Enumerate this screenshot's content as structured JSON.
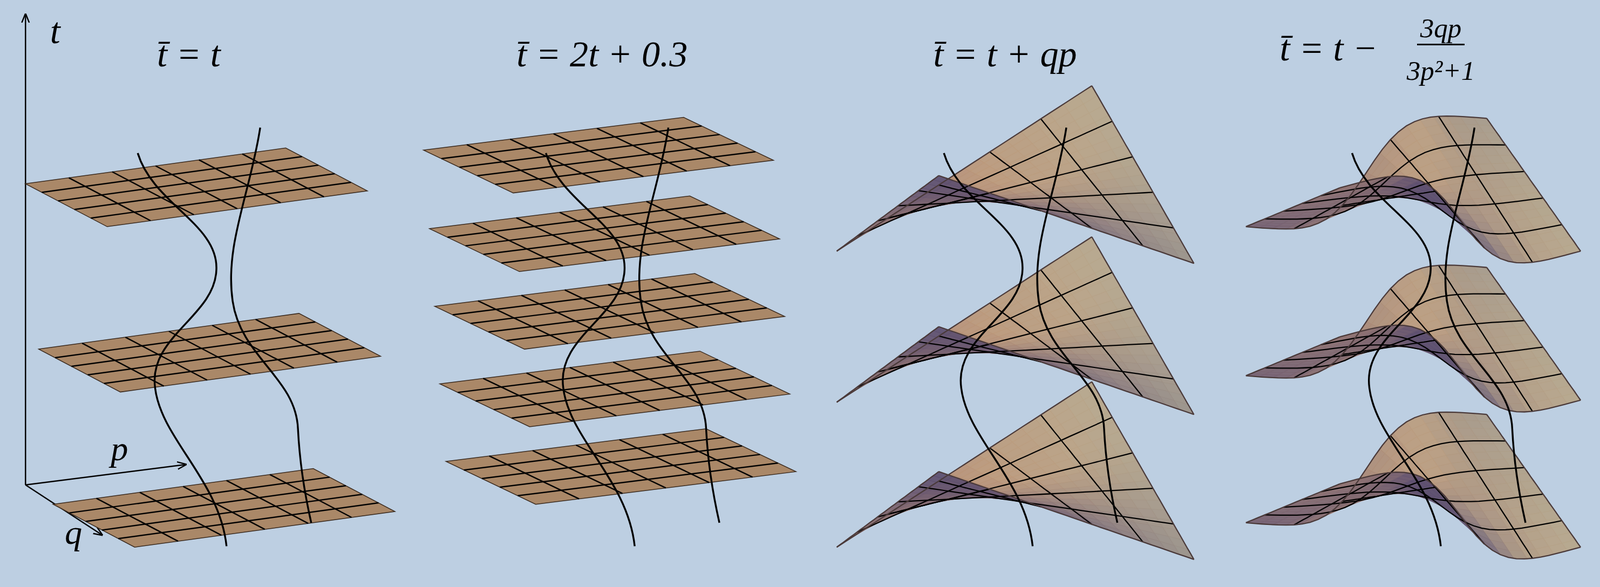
{
  "diagram": {
    "labels": [
      "t",
      "t̄ = t",
      "t̄ = 2t + 0.3",
      "t̄ = t + qp",
      "t̄ = t −",
      "3qp",
      "3p²+1",
      "p",
      "q"
    ]
  }
}
